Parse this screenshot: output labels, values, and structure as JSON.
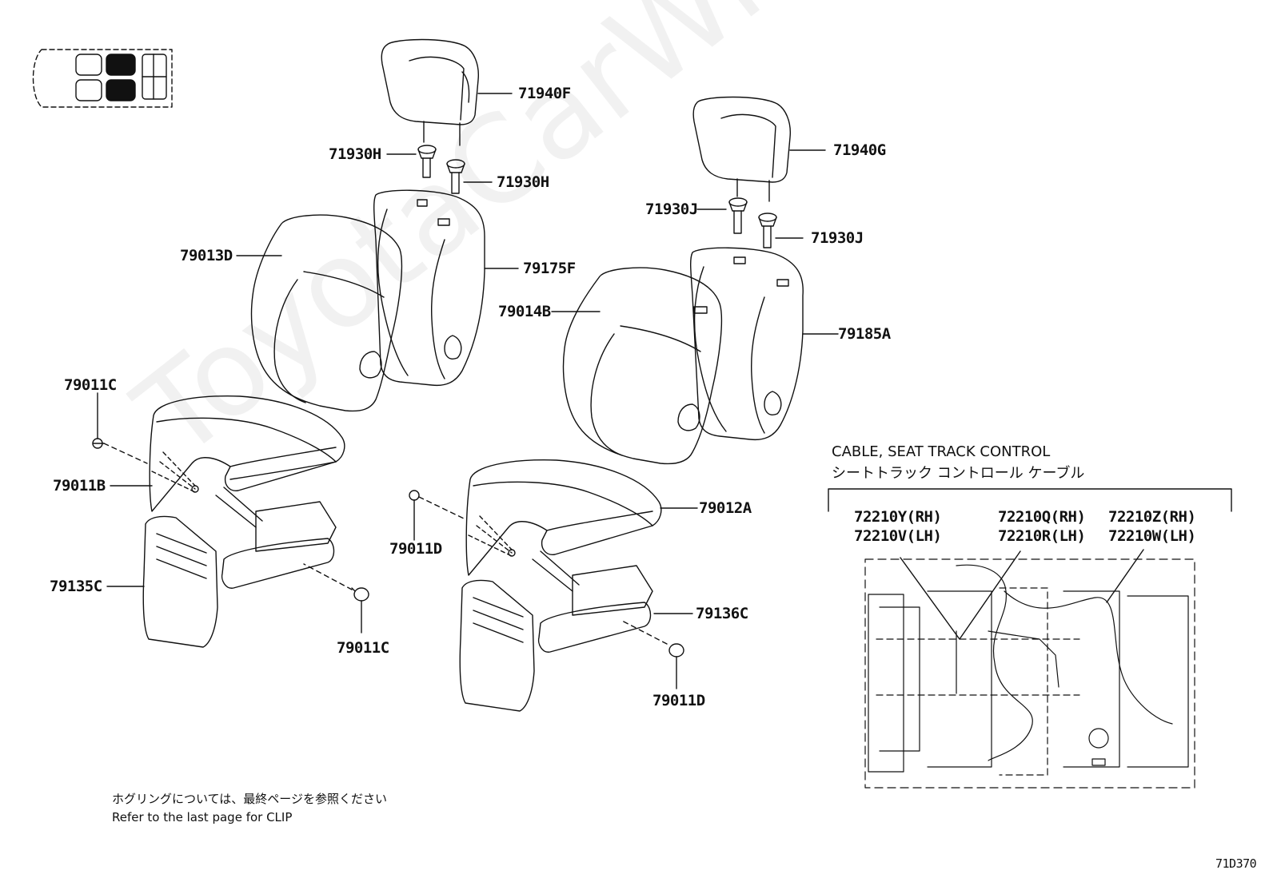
{
  "watermark": "ToyotaCarWine.ru",
  "diagram_code": "71D370",
  "notes": {
    "jp": "ホグリングについては、最終ページを参照ください",
    "en": "Refer to the last page for CLIP"
  },
  "cable_box": {
    "title_en": "CABLE, SEAT TRACK CONTROL",
    "title_jp": "シートトラック コントロール ケーブル",
    "parts": [
      {
        "rh": "72210Y(RH)",
        "lh": "72210V(LH)"
      },
      {
        "rh": "72210Q(RH)",
        "lh": "72210R(LH)"
      },
      {
        "rh": "72210Z(RH)",
        "lh": "72210W(LH)"
      }
    ]
  },
  "parts": {
    "p71940F": "71940F",
    "p71930H_a": "71930H",
    "p71930H_b": "71930H",
    "p79013D": "79013D",
    "p79175F": "79175F",
    "p71940G": "71940G",
    "p71930J_a": "71930J",
    "p71930J_b": "71930J",
    "p79014B": "79014B",
    "p79185A": "79185A",
    "p79011C_a": "79011C",
    "p79011B": "79011B",
    "p79135C": "79135C",
    "p79011C_b": "79011C",
    "p79011D_a": "79011D",
    "p79012A": "79012A",
    "p79136C": "79136C",
    "p79011D_b": "79011D"
  },
  "colors": {
    "ink": "#111111",
    "watermark": "#000000"
  }
}
